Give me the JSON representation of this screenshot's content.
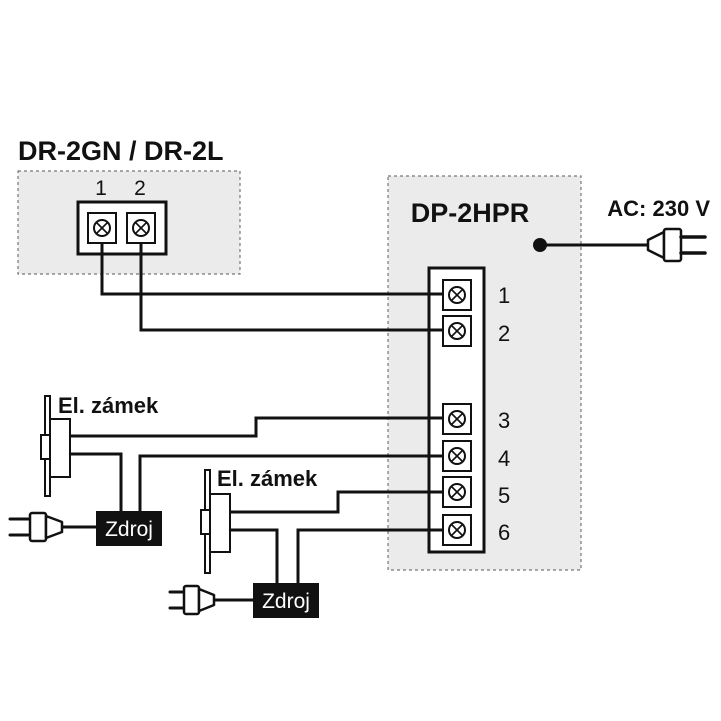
{
  "outdoor_unit": {
    "label": "DR-2GN / DR-2L",
    "terminals": [
      "1",
      "2"
    ]
  },
  "power_supply": {
    "label": "DP-2HPR",
    "ac_label": "AC: 230 V",
    "terminals": [
      "1",
      "2",
      "3",
      "4",
      "5",
      "6"
    ]
  },
  "lock_1": {
    "label": "El. zámek",
    "psu_label": "Zdroj"
  },
  "lock_2": {
    "label": "El. zámek",
    "psu_label": "Zdroj"
  }
}
